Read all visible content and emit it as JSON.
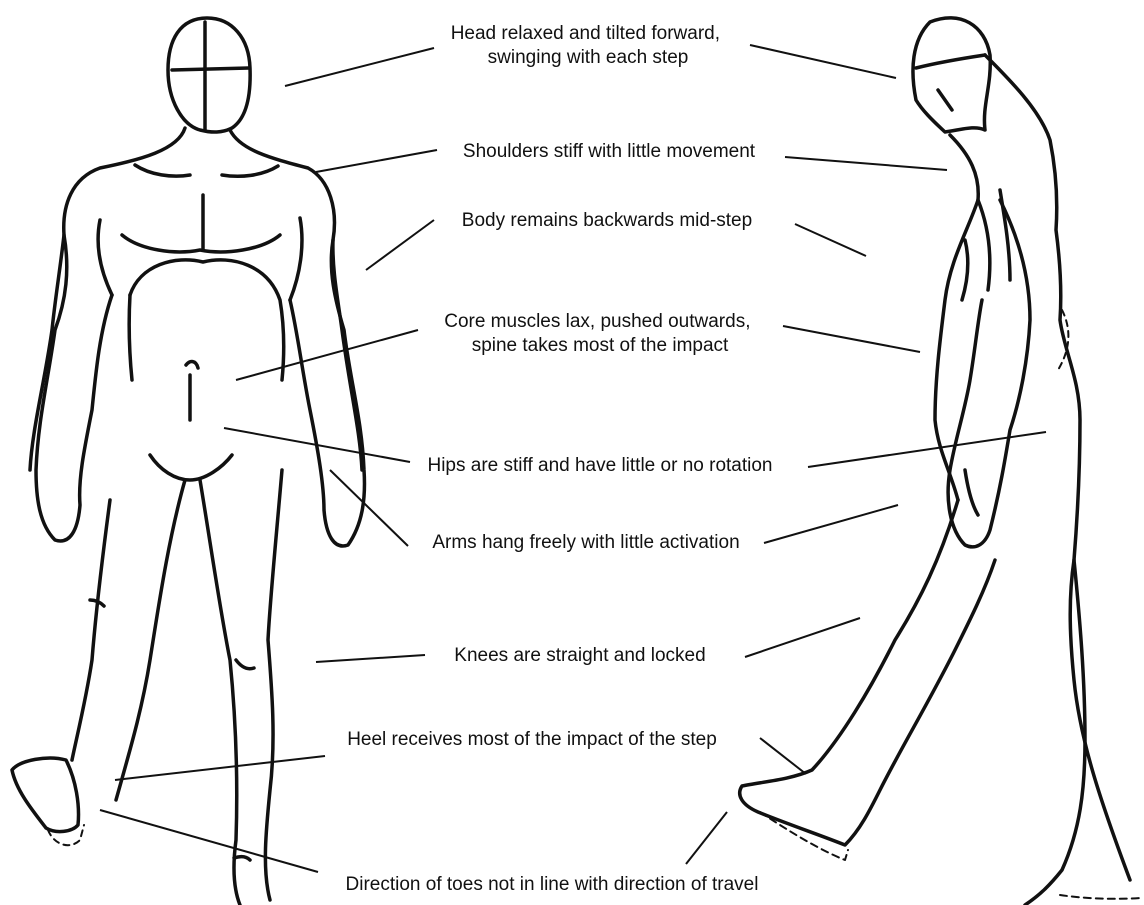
{
  "colors": {
    "line": "#111111",
    "background": "#ffffff"
  },
  "labels": [
    {
      "id": "head",
      "lines": [
        "Head relaxed and tilted forward,",
        "swinging with each step"
      ]
    },
    {
      "id": "shoulders",
      "lines": [
        "Shoulders stiff with little movement"
      ]
    },
    {
      "id": "body",
      "lines": [
        "Body remains backwards mid-step"
      ]
    },
    {
      "id": "core",
      "lines": [
        "Core muscles lax, pushed outwards,",
        "spine takes most of the impact"
      ]
    },
    {
      "id": "hips",
      "lines": [
        "Hips are stiff and have little or no rotation"
      ]
    },
    {
      "id": "arms",
      "lines": [
        "Arms hang freely with little activation"
      ]
    },
    {
      "id": "knees",
      "lines": [
        "Knees are straight and locked"
      ]
    },
    {
      "id": "heel",
      "lines": [
        "Heel receives most of the impact of the step"
      ]
    },
    {
      "id": "toes",
      "lines": [
        "Direction of toes not in line with direction of travel"
      ]
    }
  ]
}
